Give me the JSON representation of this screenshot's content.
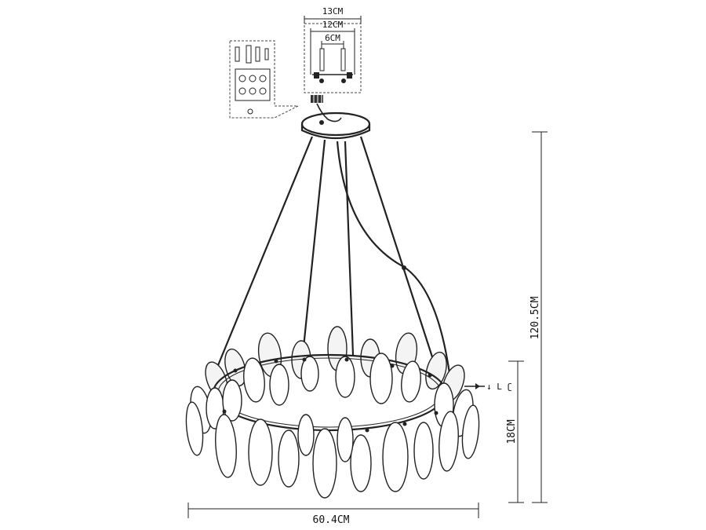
{
  "dimensions": {
    "canopy_outer": "13CM",
    "canopy_mid": "12CM",
    "canopy_inner": "6CM",
    "total_height": "120.5CM",
    "body_height": "18CM",
    "diameter": "60.4CM"
  },
  "annotations": {
    "screw_symbol": "↓ L ʗ"
  }
}
